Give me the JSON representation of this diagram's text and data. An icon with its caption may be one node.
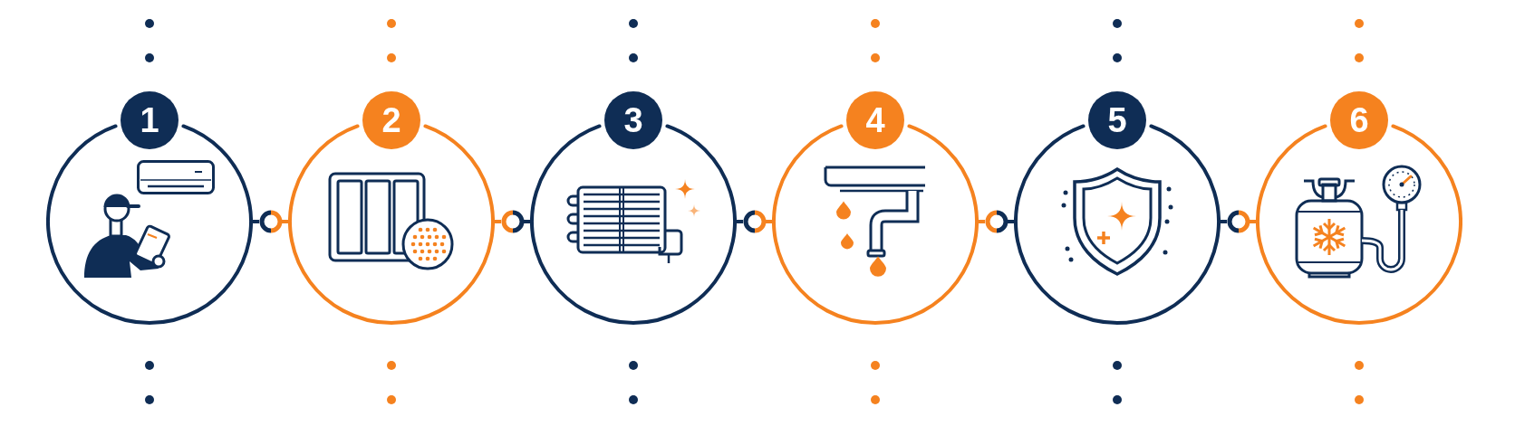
{
  "diagram": {
    "nodes": [
      {
        "text": [
          "1"
        ]
      },
      {
        "text": [],
        "shape": "circle"
      },
      {
        "text": [
          "2"
        ]
      },
      {
        "text": [],
        "shape": "circle"
      },
      {
        "text": [
          "3"
        ]
      },
      {
        "text": [],
        "shape": "circle"
      },
      {
        "text": [
          "4"
        ]
      },
      {
        "text": [],
        "shape": "circle"
      },
      {
        "text": [
          "5"
        ]
      },
      {
        "text": [],
        "shape": "circle"
      },
      {
        "text": [
          "6"
        ]
      }
    ],
    "edges": [
      {
        "from": 0,
        "to": 1,
        "arrow": "none"
      },
      {
        "from": 1,
        "to": 2,
        "arrow": "none",
        "color": "#f5821f"
      },
      {
        "from": 2,
        "to": 3,
        "arrow": "none",
        "color": "#f5821f"
      },
      {
        "from": 3,
        "to": 4,
        "arrow": "none"
      },
      {
        "from": 4,
        "to": 5,
        "arrow": "none"
      },
      {
        "from": 5,
        "to": 6,
        "arrow": "none",
        "color": "#f5821f"
      },
      {
        "from": 6,
        "to": 7,
        "arrow": "none",
        "color": "#f5821f"
      },
      {
        "from": 7,
        "to": 8,
        "arrow": "none"
      },
      {
        "from": 8,
        "to": 9,
        "arrow": "none"
      },
      {
        "from": 9,
        "to": 10,
        "arrow": "none",
        "color": "#f5821f"
      }
    ]
  }
}
